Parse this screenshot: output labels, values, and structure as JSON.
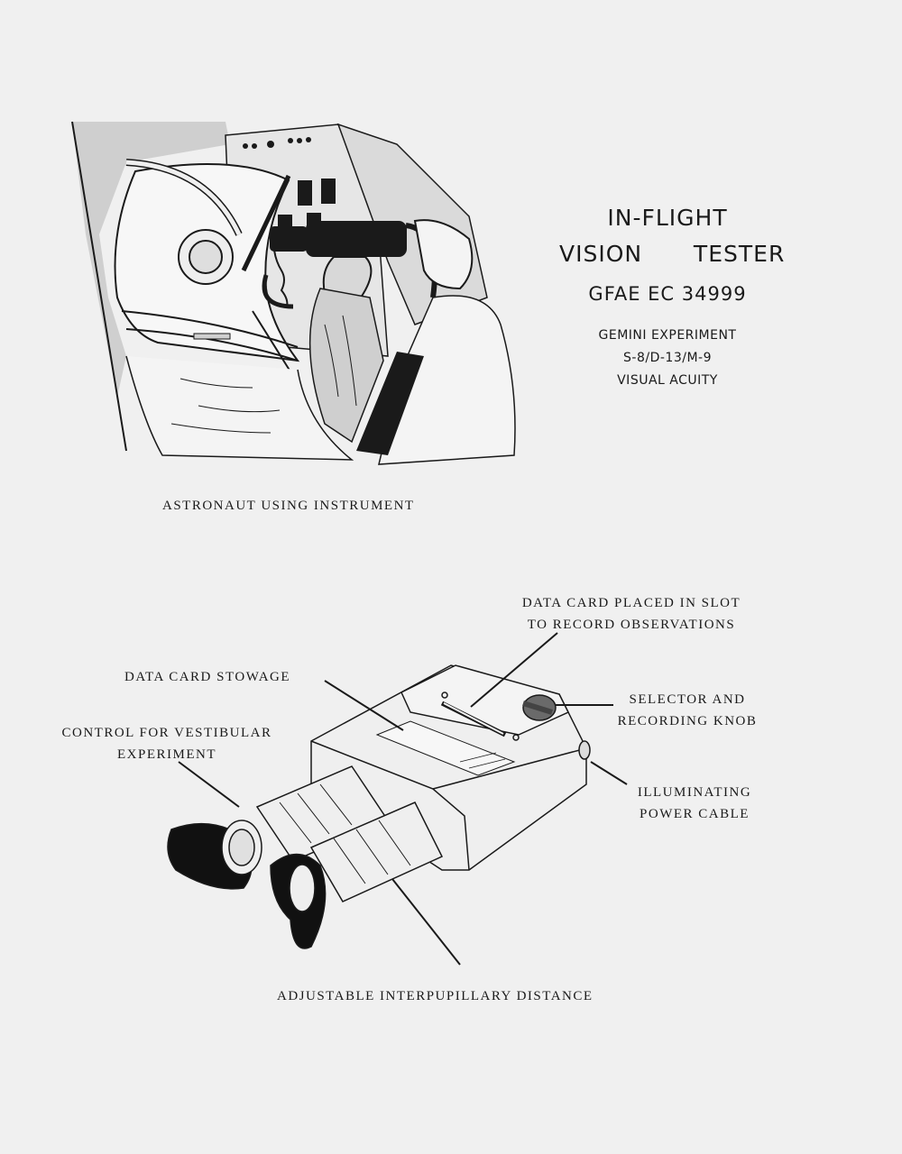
{
  "title_block": {
    "line1": "IN-FLIGHT",
    "line2": "VISION   TESTER",
    "designation": "GFAE EC 34999",
    "experiment_label": "GEMINI EXPERIMENT",
    "experiment_code": "S-8/D-13/M-9",
    "experiment_name": "VISUAL ACUITY"
  },
  "top_figure": {
    "caption": "ASTRONAUT USING INSTRUMENT"
  },
  "bottom_figure": {
    "callouts": {
      "data_card_slot_line1": "DATA CARD PLACED IN SLOT",
      "data_card_slot_line2": "TO RECORD OBSERVATIONS",
      "data_card_stowage": "DATA CARD STOWAGE",
      "vestibular_line1": "CONTROL FOR VESTIBULAR",
      "vestibular_line2": "EXPERIMENT",
      "selector_line1": "SELECTOR AND",
      "selector_line2": "RECORDING KNOB",
      "power_line1": "ILLUMINATING",
      "power_line2": "POWER CABLE",
      "interpupillary": "ADJUSTABLE INTERPUPILLARY DISTANCE"
    }
  },
  "colors": {
    "paper": "#f0f0f0",
    "ink": "#1a1a1a"
  }
}
